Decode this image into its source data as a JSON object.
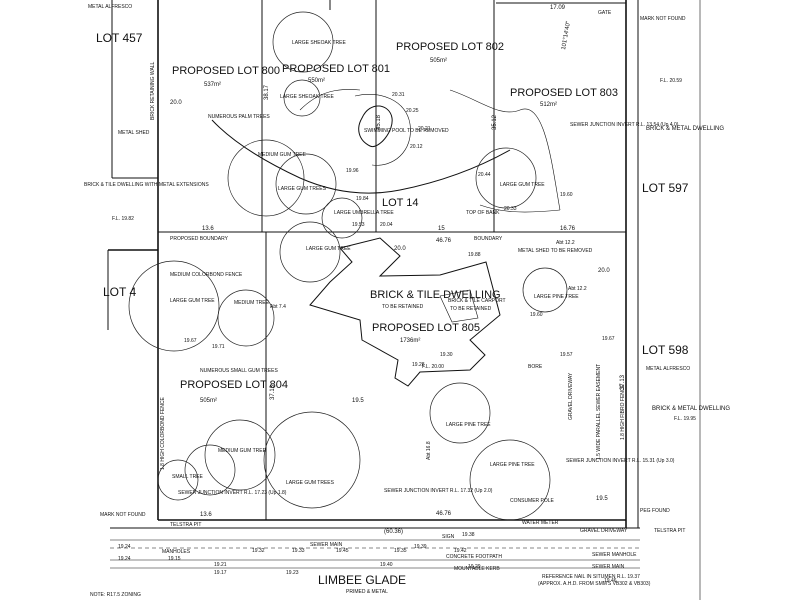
{
  "header": {
    "bearing_top": "17.09",
    "gate": "GATE",
    "bearing_right": "101°14'40\"",
    "mark_not_found_top": "MARK NOT FOUND"
  },
  "lots": {
    "lot_457": "LOT 457",
    "lot_4": "LOT 4",
    "lot_14": "LOT 14",
    "lot_597": "LOT 597",
    "lot_598": "LOT 598"
  },
  "proposed": [
    {
      "name": "PROPOSED LOT 800",
      "area": "537m²"
    },
    {
      "name": "PROPOSED LOT 801",
      "area": "550m²"
    },
    {
      "name": "PROPOSED LOT 802",
      "area": "505m²"
    },
    {
      "name": "PROPOSED LOT 803",
      "area": "512m²"
    },
    {
      "name": "PROPOSED LOT 804",
      "area": "505m²"
    },
    {
      "name": "PROPOSED LOT 805",
      "area": "1736m²"
    }
  ],
  "labels": {
    "metal_alfresco_top": "METAL ALFRESCO",
    "brick_retaining_wall": "BRICK RETAINING WALL",
    "metal_shed_left": "METAL SHED",
    "brick_tile_ext": "BRICK & TILE DWELLING WITH METAL EXTENSIONS",
    "fl_1982": "F.L. 19.82",
    "numerous_palm": "NUMEROUS PALM TREES",
    "large_sheoak_1": "LARGE SHEOAK TREE",
    "large_sheoak_2": "LARGE SHEOAK TREE",
    "swimming_pool": "SWIMMING POOL TO BE REMOVED",
    "medium_gum": "MEDIUM GUM TREE",
    "large_gum_trees": "LARGE GUM TREES",
    "large_umbrella": "LARGE UMBRELLA TREE",
    "large_gum_tree_right": "LARGE GUM TREE",
    "top_of_bank": "TOP OF BANK",
    "sewer_junction_top": "SEWER JUNCTION INVERT R.L. 13.54 (Up 4.0)",
    "fl_2059": "F.L. 20.59",
    "brick_metal_right": "BRICK & METAL DWELLING",
    "proposed_boundary_left": "PROPOSED BOUNDARY",
    "proposed_boundary_mid": "BOUNDARY",
    "metal_shed_removed": "METAL SHED TO BE REMOVED",
    "large_gum_tree_left": "LARGE GUM TREE",
    "medium_colorbond": "MEDIUM COLORBOND FENCE",
    "medium_tree": "MEDIUM TREE",
    "large_gum_tree_mid": "LARGE GUM TREE",
    "brick_tile_dwelling": "BRICK & TILE DWELLING",
    "to_be_retained": "TO BE RETAINED",
    "brick_tile_carport": "BRICK & TILE CARPORT",
    "carport_retained": "TO BE RETAINED",
    "large_pine_1": "LARGE PINE TREE",
    "fl_2000": "F.L. 20.00",
    "bore": "BORE",
    "metal_alfresco_right": "METAL ALFRESCO",
    "brick_metal_dwelling": "BRICK & METAL DWELLING",
    "fl_1995": "F.L. 19.95",
    "numerous_small_gum": "NUMEROUS SMALL GUM TREES",
    "high_colorbond": "1.8 HIGH COLORBOND FENCE",
    "large_pine_2": "LARGE PINE TREE",
    "large_pine_3": "LARGE PINE TREE",
    "gravel_driveway": "GRAVEL DRIVEWAY",
    "sewer_easement": "1.5 WIDE PARALLEL SEWER EASEMENT",
    "high_fence_right": "1.8 HIGH FIBRO FENCE",
    "medium_gum_lower": "MEDIUM GUM TREE",
    "large_gum_lower": "LARGE GUM TREES",
    "small_tree": "SMALL TREE",
    "sewer_junction_left": "SEWER JUNCTION INVERT R.L. 17.23 (Up 1.8)",
    "sewer_junction_mid": "SEWER JUNCTION INVERT R.L. 17.32 (Up 2.0)",
    "sewer_junction_right": "SEWER JUNCTION INVERT R.L. 15.31 (Up 3.0)",
    "consumer_pole": "CONSUMER POLE",
    "mark_not_found_bottom": "MARK NOT FOUND",
    "peg_found": "PEG FOUND",
    "telstra_pit_left": "TELSTRA PIT",
    "telstra_pit_right": "TELSTRA PIT",
    "water_meter": "WATER METER",
    "gravel_driveway_bottom": "GRAVEL DRIVEWAY",
    "manholes": "MANHOLES",
    "sewer_main": "SEWER MAIN",
    "sign": "SIGN",
    "concrete_footpath": "CONCRETE FOOTPATH",
    "mountable_kerb": "MOUNTABLE KERB",
    "sewer_manhole": "SEWER MANHOLE",
    "sewer_main_right": "SEWER MAIN",
    "ref_nail": "REFERENCE NAIL IN SITUMEN R.L. 19.37",
    "ref_ahd": "(APPROX. A.H.D. FROM SMM'S VB302 & VB303)",
    "street": "LIMBEE GLADE",
    "street_sub": "PRIMED & METAL",
    "note": "NOTE: R17.5 ZONING",
    "dist_6036": "(60.36)",
    "dist_4676a": "46.76",
    "dist_4676b": "46.76",
    "dist_1636": "13.6",
    "dist_1636b": "13.6",
    "dist_1676": "16.76",
    "dist_3713a": "37.13",
    "dist_3713b": "37.13",
    "dist_3817": "38.17",
    "dist_3518": "35.18",
    "dist_3512": "35.12",
    "dist_15": "15",
    "dist_20": "20.0",
    "dist_20b": "20.0",
    "dist_195": "19.5",
    "dist_195b": "19.5",
    "dist_200r": "20.0",
    "abt_122a": "Abt 12.2",
    "abt_122b": "Abt 12.2",
    "abt_74": "Abt 7.4",
    "abt_168": "Abt 16.8"
  },
  "spot_levels": [
    "20.31",
    "20.25",
    "20.21",
    "20.12",
    "19.84",
    "19.96",
    "19.53",
    "20.04",
    "20.33",
    "19.60",
    "20.44",
    "19.88",
    "19.60",
    "19.30",
    "19.28",
    "19.57",
    "19.35",
    "19.29",
    "19.42",
    "19.39",
    "19.45",
    "19.33",
    "19.24",
    "19.24",
    "19.15",
    "19.32",
    "19.21",
    "19.17",
    "19.23",
    "19.40",
    "19.38",
    "19.46",
    "19.67",
    "19.71",
    "19.67"
  ]
}
